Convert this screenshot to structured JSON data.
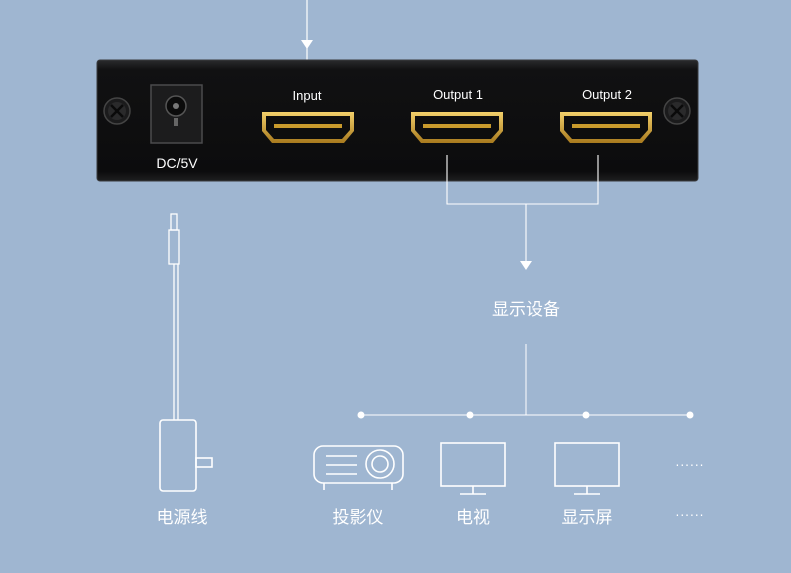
{
  "device": {
    "ports": {
      "power": "DC/5V",
      "input": "Input",
      "output1": "Output 1",
      "output2": "Output 2"
    }
  },
  "labels": {
    "display_devices": "显示设备",
    "power_cable": "电源线",
    "projector": "投影仪",
    "tv": "电视",
    "monitor": "显示屏",
    "more_top": "......",
    "more_bottom": "......"
  },
  "colors": {
    "background": "#9fb6d1",
    "device_body": "#0f0f10",
    "port_gold": "#d8a630",
    "line": "#ffffff"
  },
  "icons": [
    "screw-icon",
    "dc-jack-icon",
    "hdmi-port-icon",
    "power-adapter-icon",
    "projector-icon",
    "tv-icon",
    "monitor-icon"
  ]
}
